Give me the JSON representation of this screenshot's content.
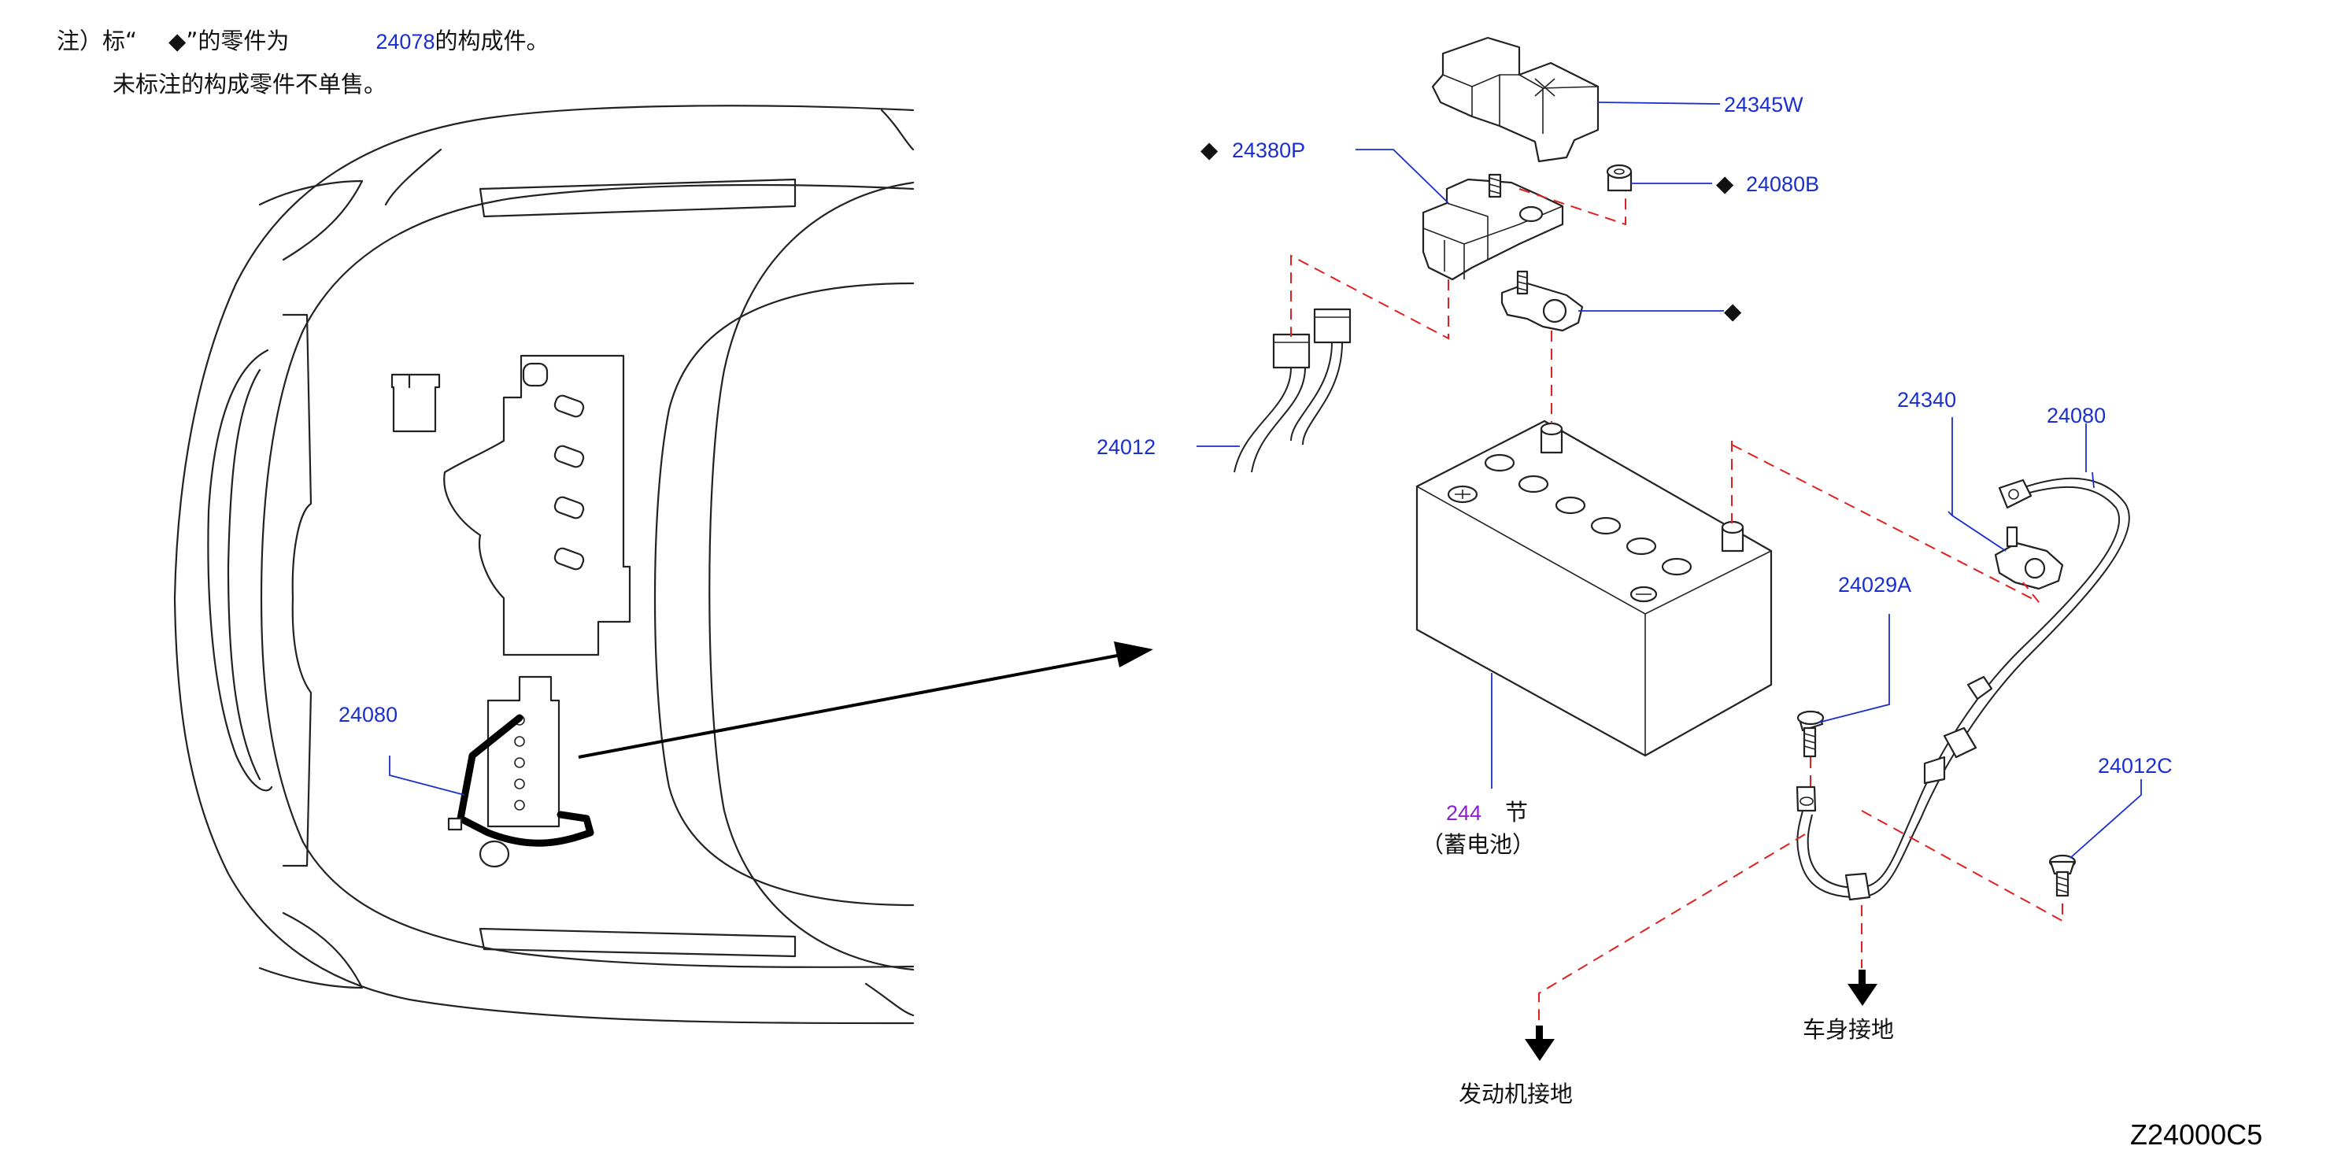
{
  "notes": {
    "line1_prefix": "注）标“",
    "line1_symbol": "◆",
    "line1_mid": "”的零件为",
    "line1_part": "24078",
    "line1_suffix": "的构成件。",
    "line2": "未标注的构成零件不单售。"
  },
  "symbols": {
    "diamond": "◆"
  },
  "labels": {
    "p24345W": "24345W",
    "p24380P": "24380P",
    "p24080B": "24080B",
    "p24012": "24012",
    "p24340": "24340",
    "p24080_right": "24080",
    "p24029A": "24029A",
    "p24012C": "24012C",
    "p24080_left": "24080",
    "battery_code": "244",
    "battery_section": "节",
    "battery_name": "（蓄电池）",
    "engine_ground": "发动机接地",
    "body_ground": "车身接地",
    "diagram_code": "Z24000C5"
  },
  "colors": {
    "part_number": "#1a2fd0",
    "section_number": "#8a1fd0",
    "dashed_line": "#e02020",
    "line_art": "#222222"
  }
}
